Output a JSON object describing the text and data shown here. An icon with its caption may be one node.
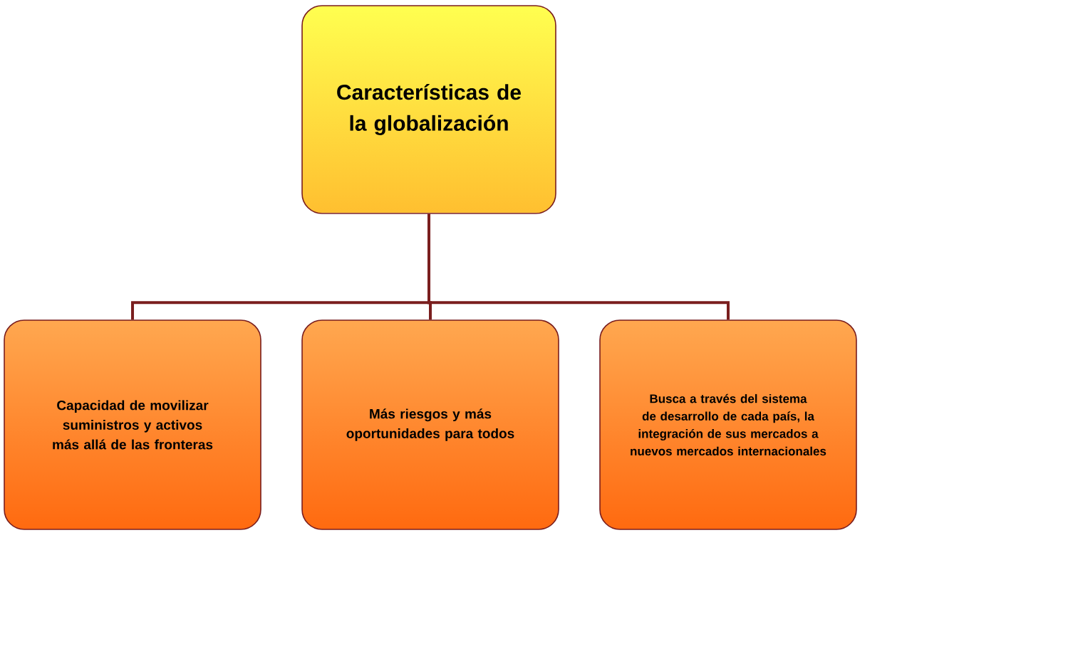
{
  "diagram": {
    "nodes": [
      {
        "text": [
          "Características de la globalización"
        ]
      },
      {
        "text": [
          "Capacidad de movilizar suministros y activos más allá de las fronteras"
        ]
      },
      {
        "text": [
          "Más riesgos y más oportunidades para todos"
        ]
      },
      {
        "text": [
          "Busca a través del sistema de desarrollo de cada país, la integración de sus mercados a nuevos mercados internacionales"
        ]
      }
    ],
    "edges": [
      {
        "from": 0,
        "to": 1,
        "arrow": "none"
      },
      {
        "from": 0,
        "to": 2,
        "arrow": "none"
      },
      {
        "from": 0,
        "to": 3,
        "arrow": "none"
      }
    ]
  }
}
